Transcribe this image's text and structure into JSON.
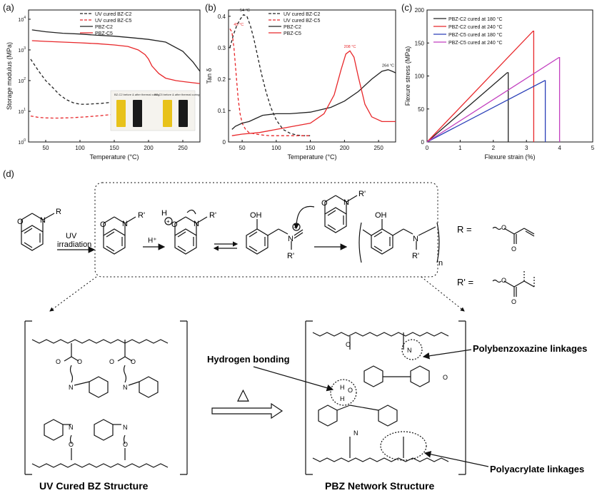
{
  "panel_labels": {
    "a": "(a)",
    "b": "(b)",
    "c": "(c)",
    "d": "(d)"
  },
  "chart_data": [
    {
      "type": "line",
      "xlabel": "Temperature (°C)",
      "ylabel": "Storage modulus (MPa)",
      "yscale": "log",
      "xlim": [
        25,
        275
      ],
      "ylim": [
        1,
        20000
      ],
      "xticks": [
        50,
        100,
        150,
        200,
        250
      ],
      "yticks_labels": [
        "10^0",
        "10^1",
        "10^2",
        "10^3",
        "10^4"
      ],
      "legend_position": "top-left",
      "series": [
        {
          "name": "UV cured BZ-C2",
          "color": "#222222",
          "dash": true,
          "x": [
            28,
            40,
            50,
            60,
            70,
            80,
            90,
            100,
            110,
            120,
            130,
            140,
            150
          ],
          "y": [
            500,
            200,
            100,
            60,
            35,
            24,
            19,
            17,
            17,
            17.5,
            18,
            19,
            20
          ]
        },
        {
          "name": "UV cured BZ-C5",
          "color": "#e8272a",
          "dash": true,
          "x": [
            28,
            40,
            50,
            60,
            70,
            80,
            90,
            100,
            110,
            120,
            130,
            140,
            150
          ],
          "y": [
            7,
            6.3,
            6.1,
            6,
            6,
            6.1,
            6.2,
            6.4,
            6.6,
            6.9,
            7.2,
            7.6,
            8
          ]
        },
        {
          "name": "PBZ-C2",
          "color": "#222222",
          "dash": false,
          "x": [
            30,
            50,
            75,
            100,
            125,
            150,
            175,
            200,
            225,
            250,
            265,
            275
          ],
          "y": [
            4500,
            3900,
            3500,
            3300,
            3000,
            2800,
            2500,
            2200,
            1800,
            900,
            400,
            200
          ]
        },
        {
          "name": "PBZ-C5",
          "color": "#e8272a",
          "dash": false,
          "x": [
            30,
            50,
            75,
            100,
            125,
            150,
            170,
            185,
            195,
            200,
            205,
            215,
            225,
            240,
            255,
            275
          ],
          "y": [
            2000,
            1900,
            1800,
            1700,
            1600,
            1450,
            1300,
            1000,
            700,
            500,
            300,
            170,
            120,
            100,
            90,
            80
          ]
        }
      ],
      "inset_labels": [
        "BZ-C2 before & after thermal curing",
        "BZ-C5 before & after thermal curing"
      ]
    },
    {
      "type": "line",
      "xlabel": "Temperature (°C)",
      "ylabel": "Tan δ",
      "xlim": [
        30,
        275
      ],
      "ylim": [
        0,
        0.42
      ],
      "xticks": [
        50,
        100,
        150,
        200,
        250
      ],
      "yticks": [
        0.0,
        0.1,
        0.2,
        0.3,
        0.4
      ],
      "legend_position": "top-center",
      "annotations": [
        "54 °C",
        "45 °C",
        "208 °C",
        "264 °C"
      ],
      "series": [
        {
          "name": "UV cured BZ-C2",
          "color": "#222222",
          "dash": true,
          "x": [
            32,
            37,
            42,
            47,
            52,
            57,
            62,
            67,
            72,
            78,
            85,
            92,
            100,
            110,
            120,
            130,
            140,
            150
          ],
          "y": [
            0.3,
            0.34,
            0.37,
            0.39,
            0.405,
            0.4,
            0.37,
            0.33,
            0.28,
            0.22,
            0.16,
            0.11,
            0.07,
            0.04,
            0.028,
            0.022,
            0.02,
            0.02
          ]
        },
        {
          "name": "UV cured BZ-C5",
          "color": "#e8272a",
          "dash": true,
          "x": [
            32,
            35,
            38,
            41,
            44,
            47,
            50,
            55,
            60,
            70,
            80,
            90,
            100,
            110,
            120,
            130,
            140,
            150
          ],
          "y": [
            0.36,
            0.35,
            0.3,
            0.22,
            0.14,
            0.09,
            0.06,
            0.04,
            0.03,
            0.025,
            0.022,
            0.02,
            0.02,
            0.02,
            0.02,
            0.02,
            0.02,
            0.02
          ]
        },
        {
          "name": "PBZ-C2",
          "color": "#222222",
          "dash": false,
          "x": [
            35,
            40,
            50,
            60,
            70,
            80,
            100,
            120,
            150,
            180,
            200,
            220,
            240,
            255,
            264,
            270,
            275
          ],
          "y": [
            0.04,
            0.05,
            0.06,
            0.065,
            0.075,
            0.085,
            0.09,
            0.09,
            0.095,
            0.11,
            0.13,
            0.16,
            0.2,
            0.225,
            0.23,
            0.225,
            0.22
          ]
        },
        {
          "name": "PBZ-C5",
          "color": "#e8272a",
          "dash": false,
          "x": [
            35,
            50,
            75,
            100,
            125,
            150,
            170,
            185,
            195,
            202,
            208,
            214,
            220,
            230,
            240,
            255,
            275
          ],
          "y": [
            0.02,
            0.025,
            0.03,
            0.04,
            0.05,
            0.06,
            0.09,
            0.15,
            0.23,
            0.28,
            0.29,
            0.27,
            0.21,
            0.12,
            0.08,
            0.065,
            0.065
          ]
        }
      ]
    },
    {
      "type": "line",
      "xlabel": "Flexure strain (%)",
      "ylabel": "Flexure stress (MPa)",
      "xlim": [
        0,
        5
      ],
      "ylim": [
        0,
        200
      ],
      "xticks": [
        0,
        1,
        2,
        3,
        4,
        5
      ],
      "yticks": [
        0,
        50,
        100,
        150,
        200
      ],
      "legend_position": "top-left",
      "series": [
        {
          "name": "PBZ-C2 cured at 180 °C",
          "color": "#222222",
          "x": [
            0,
            2.42,
            2.45,
            2.45
          ],
          "y": [
            0,
            105,
            105,
            0
          ]
        },
        {
          "name": "PBZ-C2 cured at 240 °C",
          "color": "#e8272a",
          "x": [
            0,
            3.2,
            3.22,
            3.22
          ],
          "y": [
            0,
            168,
            168,
            0
          ]
        },
        {
          "name": "PBZ-C5 cured at 180 °C",
          "color": "#2a3fb8",
          "x": [
            0,
            3.55,
            3.57,
            3.57
          ],
          "y": [
            0,
            93,
            93,
            0
          ]
        },
        {
          "name": "PBZ-C5 cured at 240 °C",
          "color": "#c23fbf",
          "x": [
            0,
            3.98,
            4.0,
            4.0
          ],
          "y": [
            0,
            128,
            128,
            0
          ]
        }
      ]
    }
  ],
  "scheme": {
    "uv_label_1": "UV",
    "uv_label_2": "irradiation",
    "h_plus": "H⁺",
    "r_def": "R =",
    "rprime_def": "R' =",
    "n_sub": "n",
    "hydrogen_bonding": "Hydrogen bonding",
    "polybenzoxazine_linkages": "Polybenzoxazine linkages",
    "polyacrylate_linkages": "Polyacrylate linkages",
    "uv_cured_title": "UV Cured BZ Structure",
    "pbz_title": "PBZ Network Structure",
    "heat_symbol": "△"
  }
}
